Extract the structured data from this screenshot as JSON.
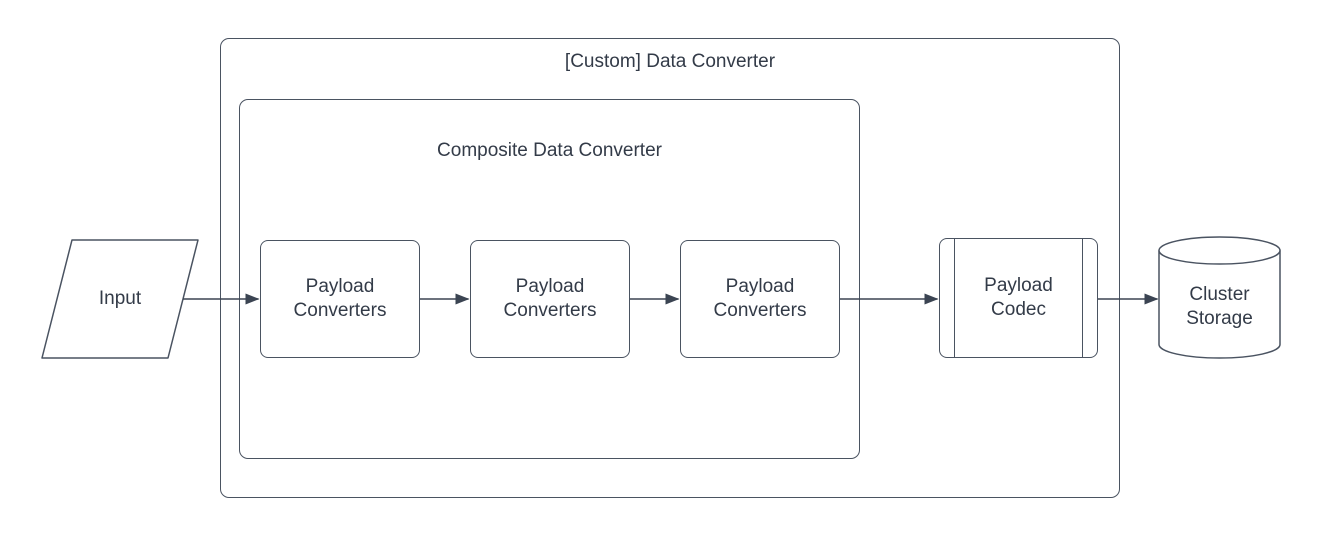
{
  "diagram": {
    "outer_group": {
      "label": "[Custom] Data Converter",
      "shape": "rounded-container"
    },
    "inner_group": {
      "label": "Composite Data Converter",
      "shape": "rounded-container"
    },
    "nodes": {
      "input": {
        "label": "Input",
        "shape": "parallelogram"
      },
      "converter_1": {
        "label": "Payload Converters",
        "shape": "rounded-rectangle"
      },
      "converter_2": {
        "label": "Payload Converters",
        "shape": "rounded-rectangle"
      },
      "converter_3": {
        "label": "Payload Converters",
        "shape": "rounded-rectangle"
      },
      "codec": {
        "label": "Payload Codec",
        "shape": "subroutine"
      },
      "storage": {
        "label": "Cluster Storage",
        "shape": "cylinder"
      }
    },
    "edges": [
      {
        "from": "input",
        "to": "converter_1"
      },
      {
        "from": "converter_1",
        "to": "converter_2"
      },
      {
        "from": "converter_2",
        "to": "converter_3"
      },
      {
        "from": "converter_3",
        "to": "codec"
      },
      {
        "from": "codec",
        "to": "storage"
      }
    ],
    "colors": {
      "stroke": "#4a5361",
      "text": "#333b48",
      "canvas": "#ffffff"
    }
  }
}
